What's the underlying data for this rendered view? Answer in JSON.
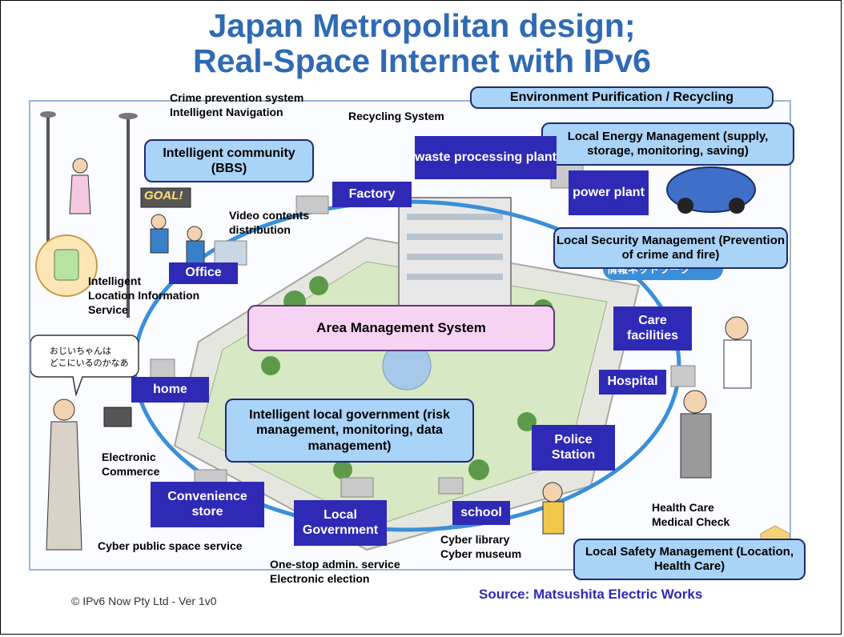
{
  "title_line1": "Japan Metropolitan design;",
  "title_line2": "Real-Space Internet with IPv6",
  "blue_boxes": {
    "environment": "Environment Purification / Recycling",
    "energy": "Local Energy Management (supply, storage, monitoring, saving)",
    "community": "Intelligent community (BBS)",
    "security": "Local Security Management (Prevention of crime and fire)",
    "government": "Intelligent local government (risk management, monitoring, data management)",
    "safety": "Local Safety Management (Location, Health Care)"
  },
  "area_management": "Area Management System",
  "places": {
    "waste": "waste processing plant",
    "factory": "Factory",
    "power": "power plant",
    "office": "Office",
    "care": "Care facilities",
    "hospital": "Hospital",
    "home": "home",
    "police": "Police Station",
    "convenience": "Convenience store",
    "local_gov": "Local Government",
    "school": "school"
  },
  "labels": {
    "crime_prevention": "Crime prevention system",
    "intelligent_navigation": "Intelligent Navigation",
    "recycling": "Recycling System",
    "video_1": "Video contents",
    "video_2": "distribution",
    "location_1": "Intelligent",
    "location_2": "Location Information",
    "location_3": "Service",
    "ecommerce_1": "Electronic",
    "ecommerce_2": "Commerce",
    "cyber_public": "Cyber public space service",
    "onestop": "One-stop admin. service",
    "election": "Electronic election",
    "cyber_library": "Cyber library",
    "cyber_museum": "Cyber museum",
    "health_care": "Health Care",
    "medical_check": "Medical Check"
  },
  "japanese": {
    "network": "情報ネットワーク",
    "speech_1": "おじいちゃんは",
    "speech_2": "どこにいるのかなあ",
    "goal": "GOAL!"
  },
  "footer": {
    "copyright": "© IPv6 Now Pty Ltd - Ver 1v0",
    "source": "Source: Matsushita Electric Works"
  },
  "colors": {
    "title": "#2f6ab4",
    "navy_box": "#2e2ab5",
    "blue_box": "#a9d3f7",
    "area_box": "#f7d3f3",
    "ring": "#3b8fd8"
  }
}
